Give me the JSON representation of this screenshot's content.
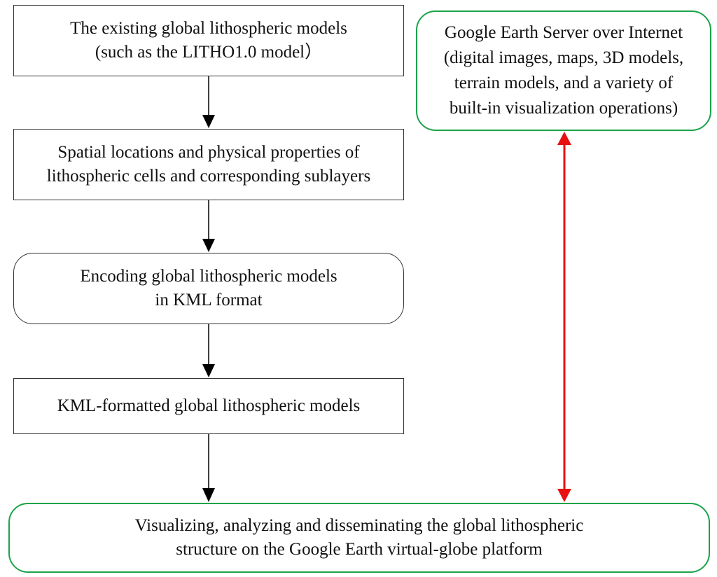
{
  "flowchart": {
    "step1": {
      "line1": "The existing global lithospheric models",
      "line2": "(such as the LITHO1.0 model）"
    },
    "step2": {
      "line1": "Spatial locations and physical properties of",
      "line2": "lithospheric cells and corresponding sublayers"
    },
    "step3": {
      "line1": "Encoding global lithospheric models",
      "line2": "in KML format"
    },
    "step4": {
      "line1": "KML-formatted global lithospheric models"
    },
    "server": {
      "line1": "Google Earth Server over Internet",
      "line2": "(digital images, maps, 3D models,",
      "line3": "terrain models, and a variety of",
      "line4": "built-in visualization operations)"
    },
    "final": {
      "line1": "Visualizing, analyzing and disseminating the global lithospheric",
      "line2": "structure on the Google Earth virtual-globe platform"
    }
  },
  "colors": {
    "box_border": "#333333",
    "flow_arrow": "#000000",
    "link_arrow": "#e81010",
    "highlight_border": "#1aa34a"
  }
}
